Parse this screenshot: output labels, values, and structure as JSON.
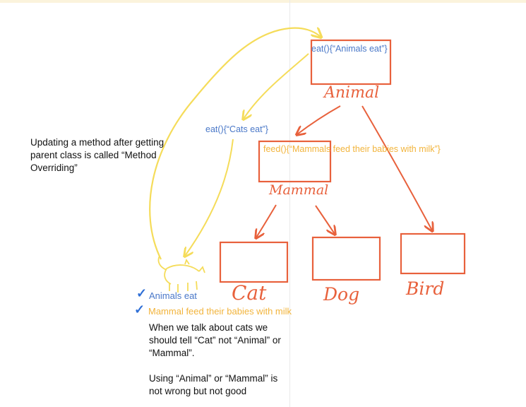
{
  "notes": {
    "override_note": [
      "Updating a method after getting",
      "parent class is called “Method",
      "Overriding”"
    ],
    "cats_note_line1": [
      "When we talk about cats we",
      "should tell “Cat” not “Animal” or",
      "“Mammal”."
    ],
    "cats_note_line2": [
      "Using “Animal” or “Mammal” is",
      "not wrong but not good"
    ]
  },
  "methods": {
    "animal_eat": "eat(){“Animals eat”}",
    "cat_eat": "eat(){“Cats eat”}",
    "mammal_feed": "feed(){“Mammals feed their babies with milk”}"
  },
  "classes": {
    "animal": "Animal",
    "mammal": "Mammal",
    "cat": "Cat",
    "dog": "Dog",
    "bird": "Bird"
  },
  "checklist": [
    {
      "check": "✓",
      "text": "Animals eat"
    },
    {
      "check": "✓",
      "text": "Mammal feed their babies with milk"
    }
  ],
  "colors": {
    "class_box": "#e8613c",
    "override_arrow": "#f5dc5a",
    "method_blue": "#4a78c8",
    "method_yellow": "#f2b43c",
    "check_blue": "#2f6fd6"
  },
  "icons": {
    "cat_sketch": "cat-doodle-icon"
  }
}
